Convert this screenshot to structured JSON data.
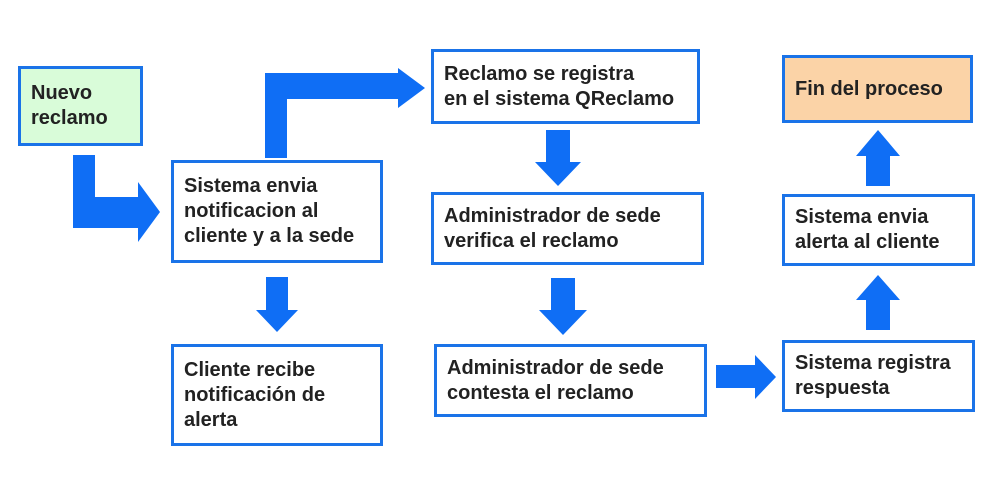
{
  "colors": {
    "border": "#1a73e8",
    "arrow": "#0f6ef5",
    "start_fill": "#d9fcd9",
    "end_fill": "#fbd3a7",
    "text": "#222222"
  },
  "nodes": {
    "nuevo_reclamo": "Nuevo\nreclamo",
    "sistema_envia_notificacion": "Sistema envia\nnotificacion al\ncliente y a la sede",
    "cliente_recibe": "Cliente recibe\nnotificación de\nalerta",
    "reclamo_registra": "Reclamo se registra\nen el sistema QReclamo",
    "admin_verifica": "Administrador de sede\nverifica el reclamo",
    "admin_contesta": "Administrador de sede\ncontesta el reclamo",
    "sistema_registra": "Sistema registra\nrespuesta",
    "sistema_envia_alerta": "Sistema envia\nalerta al cliente",
    "fin_proceso": "Fin del proceso"
  }
}
